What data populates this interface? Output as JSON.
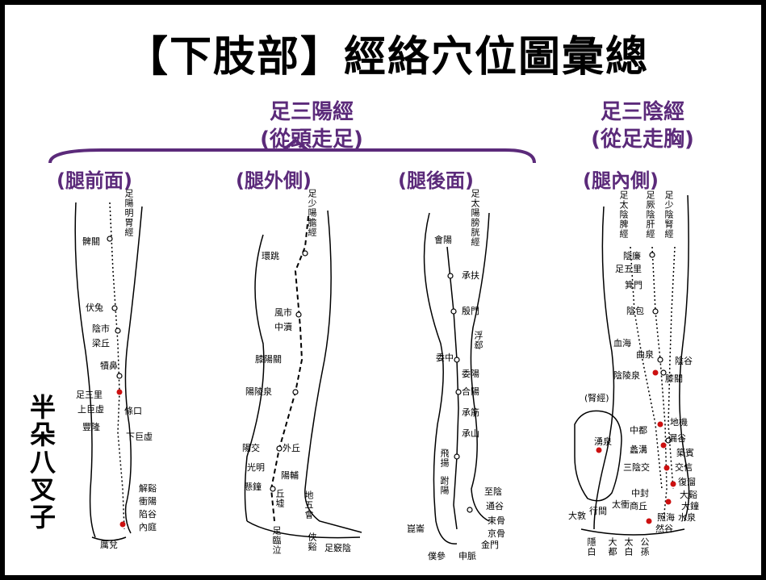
{
  "title": "【下肢部】經絡穴位圖彙總",
  "yang_group": {
    "title": "足三陽經",
    "subtitle": "(從頭走足)"
  },
  "yin_group": {
    "title": "足三陰經",
    "subtitle": "(從足走胸)"
  },
  "views": {
    "front": "(腿前面)",
    "outer": "(腿外側)",
    "back": "(腿後面)",
    "inner": "(腿內側)"
  },
  "meridians": {
    "stomach": "足陽明胃經",
    "gallbladder": "足少陽膽經",
    "bladder": "足太陽膀胱經",
    "spleen": "足太陰脾經",
    "liver": "足厥陰肝經",
    "kidney": "足少陰腎經"
  },
  "kidney_sole": {
    "label": "(腎經)",
    "point": "湧泉"
  },
  "front_points": [
    "髀關",
    "伏兔",
    "陰市",
    "梁丘",
    "犢鼻",
    "足三里",
    "上巨虛",
    "條口",
    "豐隆",
    "下巨虛",
    "解谿",
    "衝陽",
    "陷谷",
    "內庭",
    "厲兌"
  ],
  "outer_points": [
    "環跳",
    "風市",
    "中瀆",
    "膝陽關",
    "陽陵泉",
    "陽交",
    "外丘",
    "光明",
    "陽輔",
    "懸鐘",
    "丘墟",
    "地五會",
    "足臨泣",
    "俠谿",
    "足竅陰"
  ],
  "back_points": [
    "會陽",
    "承扶",
    "殷門",
    "浮郄",
    "委中",
    "委陽",
    "合陽",
    "承筋",
    "承山",
    "飛揚",
    "跗陽",
    "崑崙",
    "至陰",
    "通谷",
    "束骨",
    "京骨",
    "金門",
    "僕參",
    "申脈"
  ],
  "inner_points": [
    "陰廉",
    "足五里",
    "箕門",
    "陰包",
    "血海",
    "曲泉",
    "陰谷",
    "陰陵泉",
    "膝關",
    "中都",
    "地機",
    "漏谷",
    "蠡溝",
    "築賓",
    "三陰交",
    "交信",
    "復溜",
    "中封",
    "大谿",
    "大鐘",
    "商丘",
    "水泉",
    "照海",
    "然谷",
    "大敦",
    "行間",
    "太衝",
    "隱白",
    "大都",
    "太白",
    "公孫"
  ],
  "watermark": "半朵八叉子",
  "colors": {
    "purple": "#5b2a7a",
    "red": "#cc1010"
  }
}
